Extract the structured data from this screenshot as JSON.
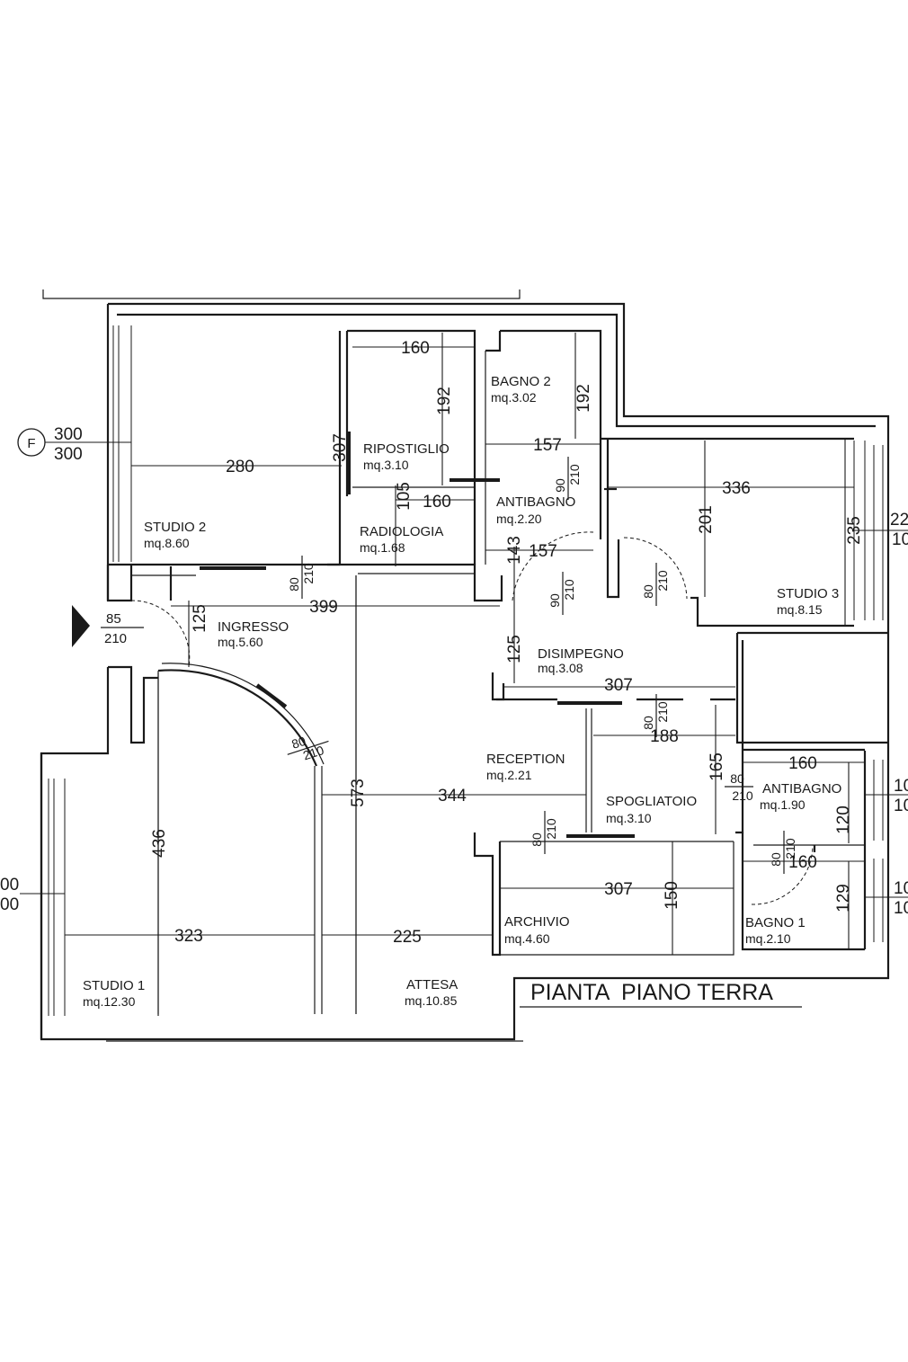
{
  "title": "PIANTA  PIANO TERRA",
  "rooms": [
    {
      "name": "STUDIO 2",
      "area": "mq.8.60"
    },
    {
      "name": "RIPOSTIGLIO",
      "area": "mq.3.10"
    },
    {
      "name": "BAGNO 2",
      "area": "mq.3.02"
    },
    {
      "name": "ANTIBAGNO",
      "area": "mq.2.20"
    },
    {
      "name": "RADIOLOGIA",
      "area": "mq.1.68"
    },
    {
      "name": "STUDIO 3",
      "area": "mq.8.15"
    },
    {
      "name": "INGRESSO",
      "area": "mq.5.60"
    },
    {
      "name": "DISIMPEGNO",
      "area": "mq.3.08"
    },
    {
      "name": "RECEPTION",
      "area": "mq.2.21"
    },
    {
      "name": "SPOGLIATOIO",
      "area": "mq.3.10"
    },
    {
      "name": "ANTIBAGNO",
      "area": "mq.1.90"
    },
    {
      "name": "ARCHIVIO",
      "area": "mq.4.60"
    },
    {
      "name": "BAGNO 1",
      "area": "mq.2.10"
    },
    {
      "name": "STUDIO 1",
      "area": "mq.12.30"
    },
    {
      "name": "ATTESA",
      "area": "mq.10.85"
    }
  ],
  "dimensions": [
    "160",
    "192",
    "192",
    "307",
    "280",
    "157",
    "105",
    "160",
    "336",
    "201",
    "235",
    "143",
    "157",
    "399",
    "125",
    "125",
    "307",
    "188",
    "165",
    "160",
    "120",
    "160",
    "129",
    "573",
    "344",
    "436",
    "323",
    "225",
    "307",
    "150"
  ],
  "doors": [
    {
      "w": "80",
      "h": "210"
    },
    {
      "w": "90",
      "h": "210"
    },
    {
      "w": "90",
      "h": "210"
    },
    {
      "w": "80",
      "h": "210"
    },
    {
      "w": "85",
      "h": "210"
    },
    {
      "w": "80",
      "h": "210"
    },
    {
      "w": "80",
      "h": "210"
    },
    {
      "w": "80",
      "h": "210"
    },
    {
      "w": "80",
      "h": "210"
    },
    {
      "w": "80",
      "h": "210"
    }
  ],
  "windows": [
    {
      "label": "F",
      "w": "300",
      "h": "300"
    },
    {
      "w": "22",
      "h": "10"
    },
    {
      "w": "10",
      "h": "10"
    },
    {
      "w": "10",
      "h": "10"
    },
    {
      "w": "00",
      "h": "00"
    }
  ],
  "entrance": {
    "w": "85",
    "h": "210"
  }
}
